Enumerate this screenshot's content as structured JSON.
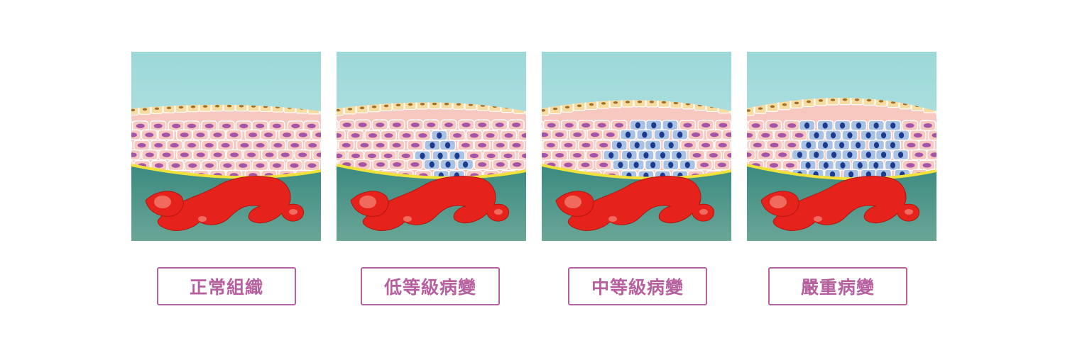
{
  "stages": [
    {
      "label": "正常組織",
      "abnormal_fraction": 0.0
    },
    {
      "label": "低等級病變",
      "abnormal_fraction": 0.33
    },
    {
      "label": "中等級病變",
      "abnormal_fraction": 0.66
    },
    {
      "label": "嚴重病變",
      "abnormal_fraction": 1.0
    }
  ],
  "colors": {
    "fluid_top": "#9cd8d8",
    "fluid_bottom": "#c7e9ea",
    "surface_cells": "#f6dca0",
    "normal_cells": "#f7c8c0",
    "normal_nuclei": "#a455a8",
    "abnormal_cells": "#a9c1e2",
    "abnormal_nuclei": "#1b3c8e",
    "basement_membrane": "#f0e23a",
    "stroma_top": "#3a8a80",
    "stroma_bottom": "#6aa697",
    "blood_vessel": "#e5221b"
  }
}
